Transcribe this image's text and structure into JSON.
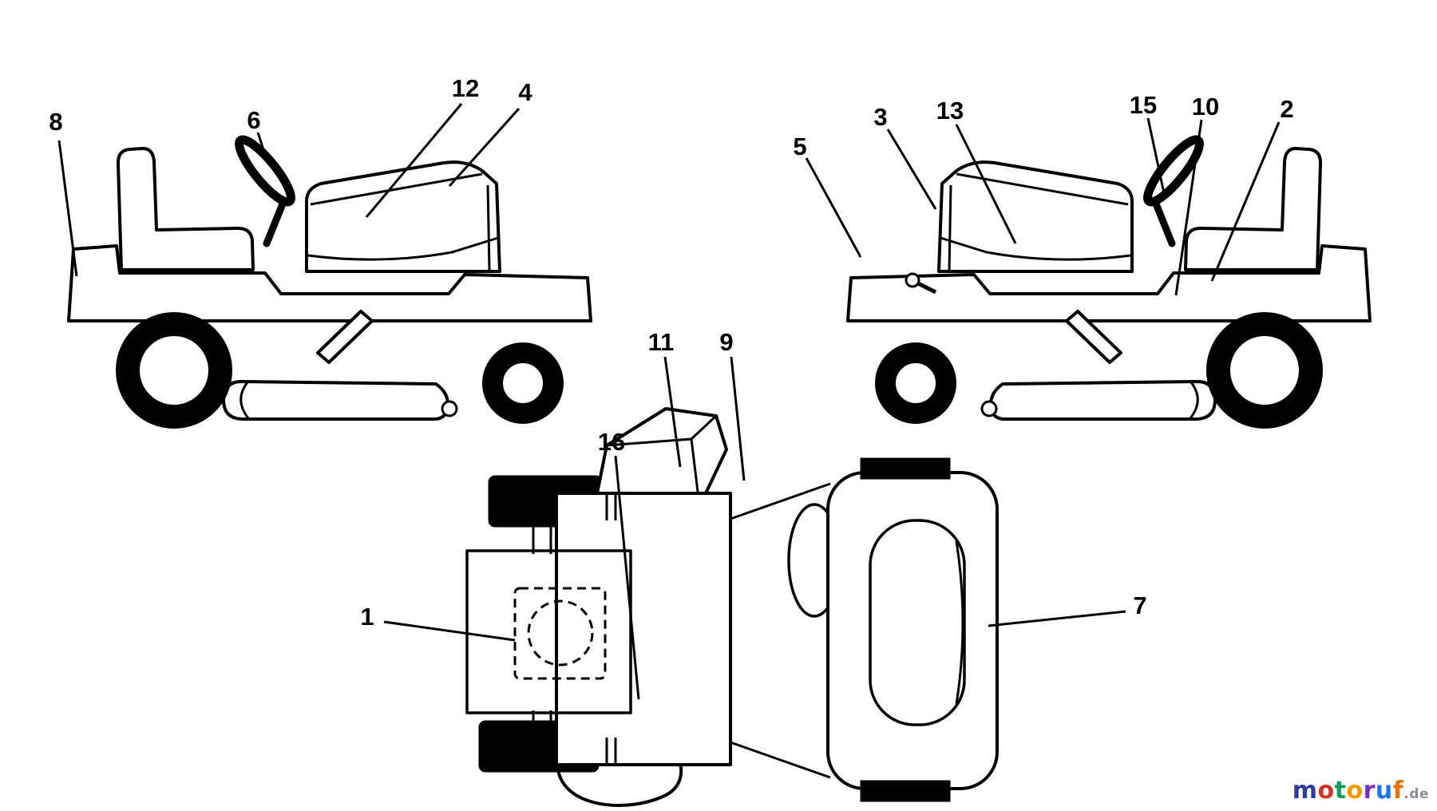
{
  "figure": {
    "callouts": {
      "c1": "1",
      "c2": "2",
      "c3": "3",
      "c4": "4",
      "c5": "5",
      "c6": "6",
      "c7": "7",
      "c8": "8",
      "c9": "9",
      "c10": "10",
      "c11": "11",
      "c12": "12",
      "c13": "13",
      "c15": "15",
      "c16": "16"
    }
  },
  "watermark": {
    "letters": [
      {
        "char": "m",
        "color": "#2b3a9e"
      },
      {
        "char": "o",
        "color": "#d93025"
      },
      {
        "char": "t",
        "color": "#0f9d58"
      },
      {
        "char": "o",
        "color": "#f29900"
      },
      {
        "char": "r",
        "color": "#7b2fbe"
      },
      {
        "char": "u",
        "color": "#1a73e8"
      },
      {
        "char": "f",
        "color": "#e8710a"
      }
    ],
    "suffix": ".de"
  }
}
